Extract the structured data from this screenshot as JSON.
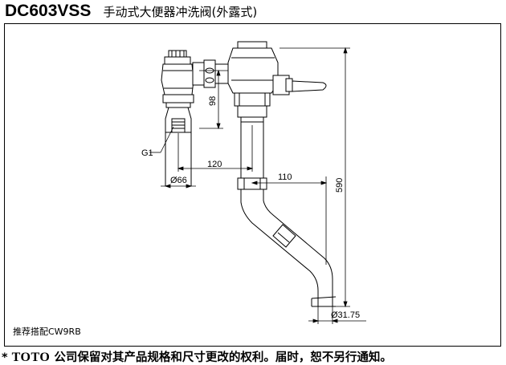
{
  "header": {
    "model": "DC603VSS",
    "description": "手动式大便器冲洗阀(外露式)"
  },
  "drawing": {
    "labels": {
      "thread": "G1",
      "dim_98": "98",
      "dim_120": "120",
      "dim_110": "110",
      "dim_66": "Ø66",
      "dim_590": "590",
      "dim_3175": "Ø31.75"
    }
  },
  "recommend_text": "推荐搭配CW9RB",
  "footer": {
    "asterisk": "*",
    "brand": "TOTO",
    "notice": "公司保留对其产品规格和尺寸更改的权利。届时，恕不另行通知。"
  }
}
